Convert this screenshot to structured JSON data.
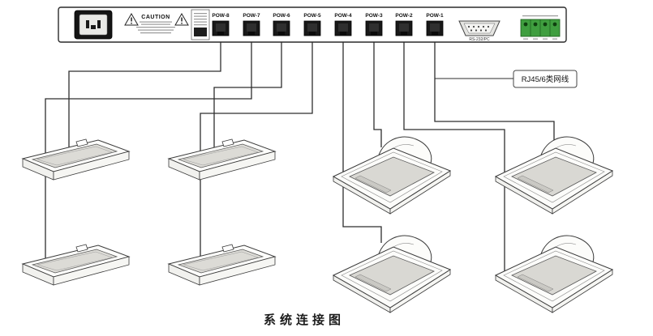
{
  "panel": {
    "ports": [
      {
        "label": "POW-8"
      },
      {
        "label": "POW-7"
      },
      {
        "label": "POW-6"
      },
      {
        "label": "POW-5"
      },
      {
        "label": "POW-4"
      },
      {
        "label": "POW-3"
      },
      {
        "label": "POW-2"
      },
      {
        "label": "POW-1"
      }
    ],
    "caution_label": "CAUTION",
    "serial_port_label": "RS-232/PC"
  },
  "annotations": {
    "cable_label": "RJ45/6类网线"
  },
  "caption": "系统连接图",
  "colors": {
    "terminal_block_green": "#3f9e3f",
    "line": "#2e2e2e",
    "device_panel_gray": "#d9d8d3"
  }
}
